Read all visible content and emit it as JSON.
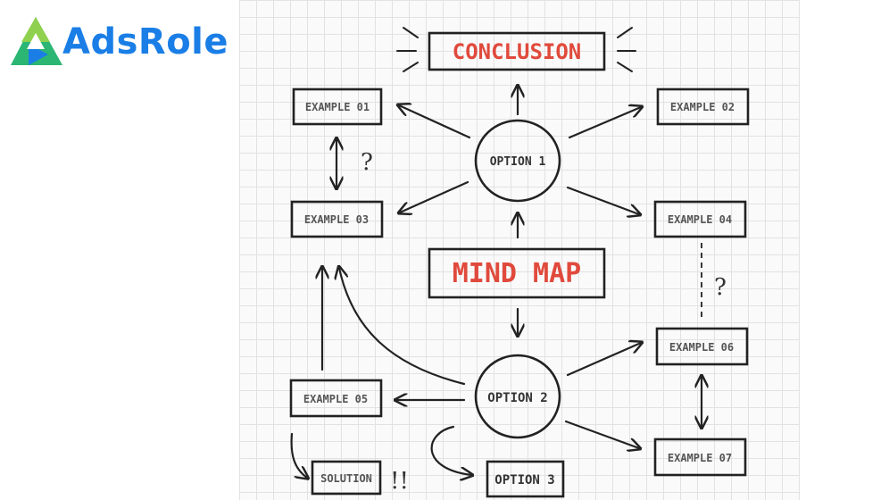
{
  "brand": {
    "name": "AdsRole",
    "icon": "triangle-play-logo-icon",
    "color": "#1a7ee6"
  },
  "diagram": {
    "conclusion": "CONCLUSION",
    "mind_map": "MIND MAP",
    "option1": "OPTION 1",
    "option2": "OPTION 2",
    "option3": "OPTION 3",
    "example01": "EXAMPLE 01",
    "example02": "EXAMPLE 02",
    "example03": "EXAMPLE 03",
    "example04": "EXAMPLE 04",
    "example05": "EXAMPLE 05",
    "example06": "EXAMPLE 06",
    "example07": "EXAMPLE 07",
    "solution": "SOLUTION",
    "question_left": "?",
    "question_right": "?",
    "exclaim": "!!"
  },
  "colors": {
    "title_red": "#e04a3c",
    "ink": "#222222",
    "grid": "#e2e2e2"
  }
}
